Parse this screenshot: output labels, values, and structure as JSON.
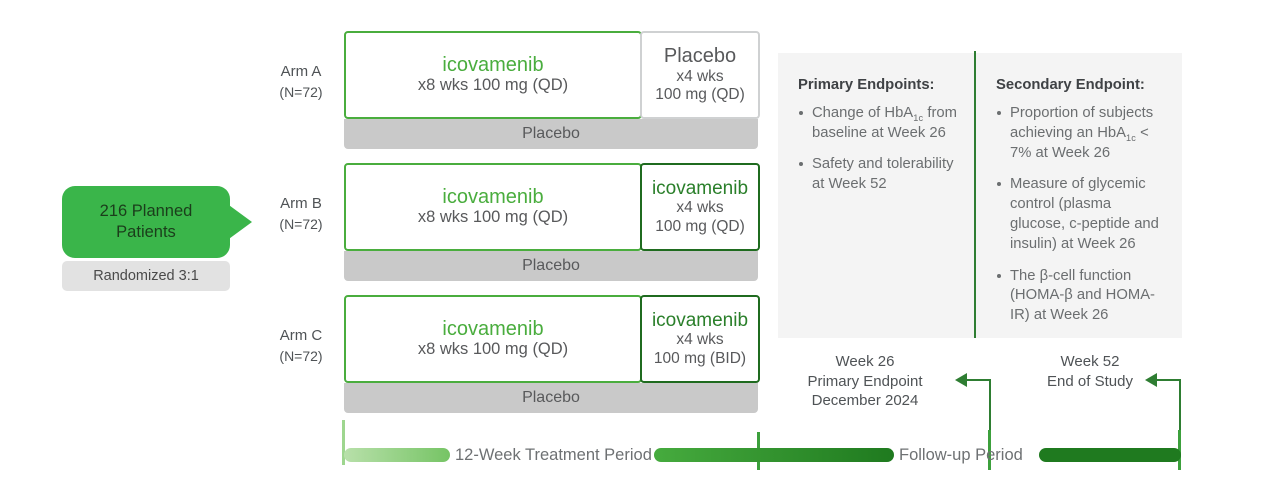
{
  "enrollment": {
    "callout_label": "216 Planned\nPatients",
    "callout_line1": "216 Planned",
    "callout_line2": "Patients",
    "randomization": "Randomized 3:1",
    "callout_color": "#3ab54a"
  },
  "arms": [
    {
      "name": "Arm A",
      "n": "(N=72)",
      "main": {
        "drug": "icovamenib",
        "dose": "x8 wks 100 mg (QD)"
      },
      "tail": {
        "drug": "Placebo",
        "dose_line1": "x4 wks",
        "dose_line2": "100 mg (QD)",
        "type": "placebo"
      },
      "band": "Placebo"
    },
    {
      "name": "Arm B",
      "n": "(N=72)",
      "main": {
        "drug": "icovamenib",
        "dose": "x8 wks 100 mg (QD)"
      },
      "tail": {
        "drug": "icovamenib",
        "dose_line1": "x4 wks",
        "dose_line2": "100 mg (QD)",
        "type": "active"
      },
      "band": "Placebo"
    },
    {
      "name": "Arm C",
      "n": "(N=72)",
      "main": {
        "drug": "icovamenib",
        "dose": "x8 wks 100 mg (QD)"
      },
      "tail": {
        "drug": "icovamenib",
        "dose_line1": "x4 wks",
        "dose_line2": "100 mg (BID)",
        "type": "active"
      },
      "band": "Placebo"
    }
  ],
  "endpoints": {
    "primary": {
      "title": "Primary Endpoints:",
      "items": [
        {
          "pre": "Change of HbA",
          "sub": "1c",
          "post": " from baseline at Week 26"
        },
        {
          "pre": "Safety and tolerability at Week 52",
          "sub": "",
          "post": ""
        }
      ]
    },
    "secondary": {
      "title": "Secondary Endpoint:",
      "items": [
        {
          "pre": "Proportion of subjects achieving an HbA",
          "sub": "1c",
          "post": " < 7% at Week 26"
        },
        {
          "pre": "Measure of glycemic control (plasma glucose, c-peptide and insulin) at Week 26",
          "sub": "",
          "post": ""
        },
        {
          "pre": "The β-cell function (HOMA-β and HOMA-IR) at Week 26",
          "sub": "",
          "post": ""
        }
      ]
    },
    "divider_color": "#2e7d32",
    "panel_color": "#f4f4f4"
  },
  "milestones": [
    {
      "week": "Week 26",
      "label": "Primary Endpoint",
      "date": "December 2024"
    },
    {
      "week": "Week 52",
      "label": "End of Study",
      "date": ""
    }
  ],
  "timeline": {
    "treatment_label": "12-Week Treatment Period",
    "followup_label": "Follow-up Period",
    "accent_light": "#9ed68f",
    "accent_mid": "#3ca03c",
    "accent_dark": "#1f7a1f"
  }
}
